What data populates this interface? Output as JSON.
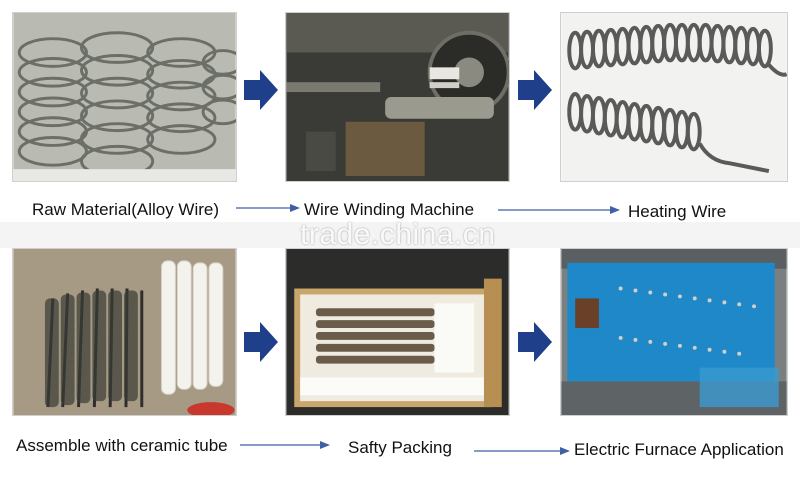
{
  "steps": [
    {
      "label": "Raw Material(Alloy Wire)",
      "image": "wire-coils-photo"
    },
    {
      "label": "Wire Winding Machine",
      "image": "winding-machine-photo"
    },
    {
      "label": "Heating Wire",
      "image": "heating-coil-photo"
    },
    {
      "label": "Assemble with ceramic tube",
      "image": "ceramic-tube-assembly-photo"
    },
    {
      "label": "Safty Packing",
      "image": "wooden-crate-photo"
    },
    {
      "label": "Electric Furnace Application",
      "image": "electric-furnace-photo"
    }
  ],
  "watermark": "trade.china.cn",
  "colors": {
    "arrow": "#1f3f8a",
    "flow_line": "#3f5fa8",
    "furnace": "#1e88c8"
  }
}
